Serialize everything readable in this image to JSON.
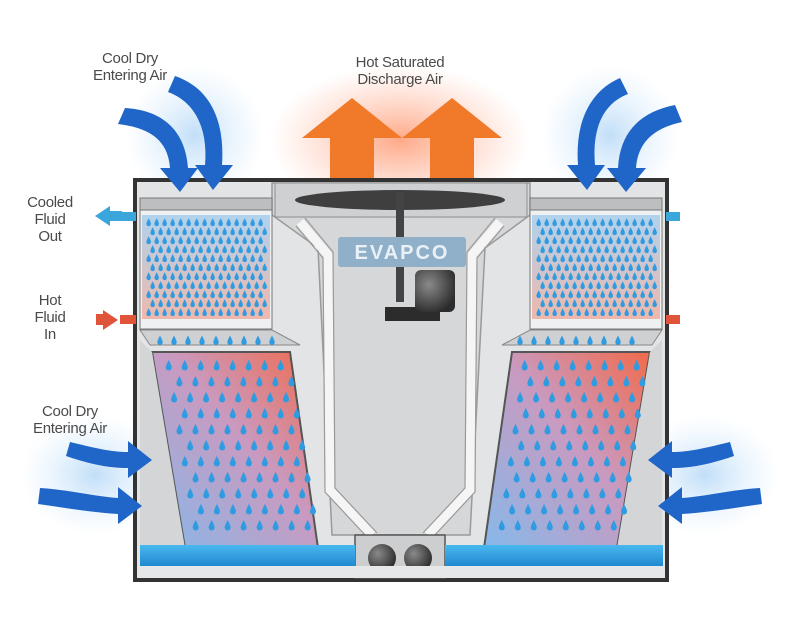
{
  "labels": {
    "top_left_air": "Cool Dry\nEntering Air",
    "discharge_air": "Hot Saturated\nDischarge Air",
    "cooled_fluid_out": "Cooled\nFluid\nOut",
    "hot_fluid_in": "Hot\nFluid\nIn",
    "bottom_left_air": "Cool Dry\nEntering Air"
  },
  "brand": "EVAPCO",
  "colors": {
    "cool_air": "#1f66c8",
    "hot_air": "#f07a2a",
    "cooled_fluid": "#3aa6dc",
    "hot_fluid": "#e0553a",
    "water": "#3aa6e6",
    "casing": "#3a3a3a",
    "panel": "#d9dadc"
  }
}
